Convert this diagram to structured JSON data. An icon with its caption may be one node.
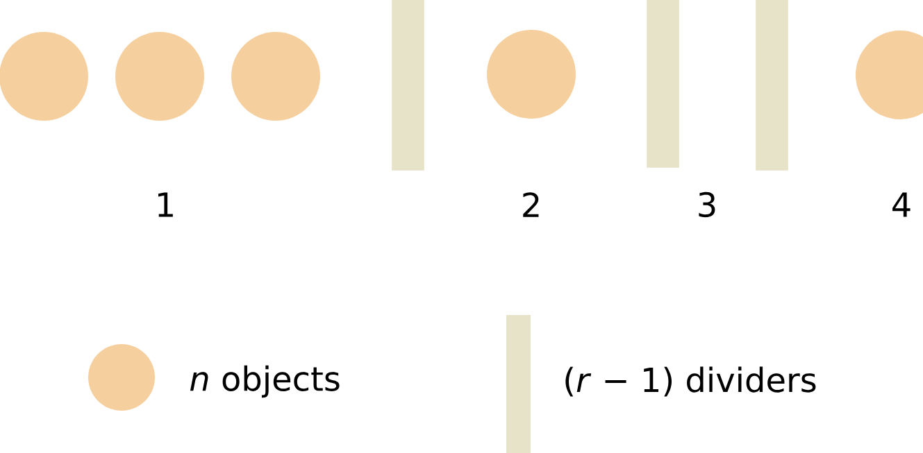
{
  "diagram": {
    "nodes": [
      {
        "text": [],
        "shape": "circle"
      },
      {
        "text": [],
        "shape": "circle"
      },
      {
        "text": [],
        "shape": "circle"
      },
      {
        "text": [],
        "shape": "bar"
      },
      {
        "text": [],
        "shape": "circle"
      },
      {
        "text": [],
        "shape": "bar"
      },
      {
        "text": [],
        "shape": "bar"
      },
      {
        "text": [],
        "shape": "circle"
      }
    ],
    "labels": [
      "1",
      "2",
      "3",
      "4"
    ],
    "legend": [
      {
        "text": "*n* objects",
        "color": "#f6cf9e"
      },
      {
        "text": "(*r* − 1) dividers",
        "color": "#e6e3c9"
      }
    ]
  }
}
